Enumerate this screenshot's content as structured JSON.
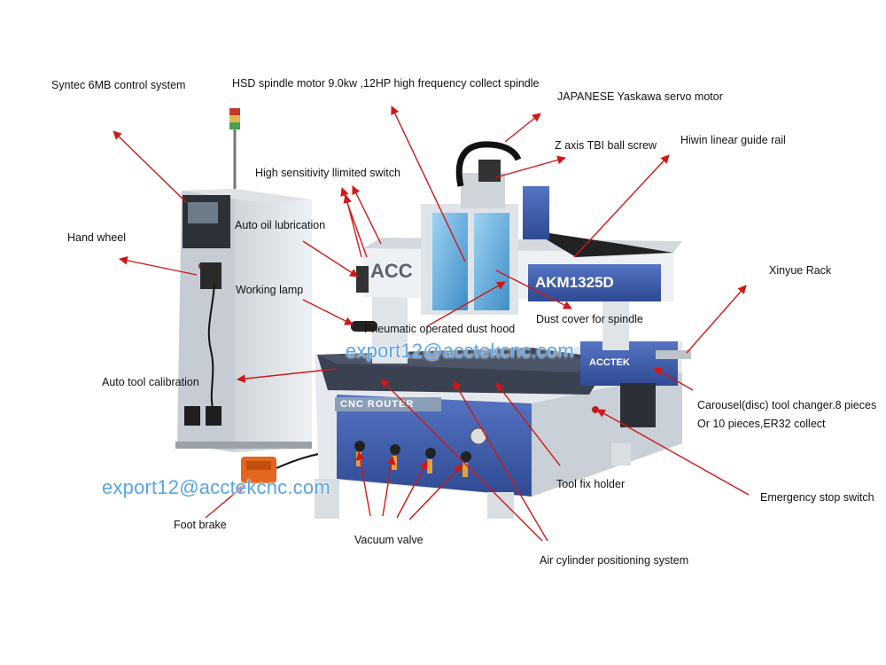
{
  "labels": {
    "syntec": "Syntec 6MB control system",
    "hsd_spindle": "HSD spindle motor 9.0kw ,12HP high frequency collect spindle",
    "yaskawa": "JAPANESE Yaskawa servo motor",
    "z_axis": "Z axis TBI ball screw",
    "hiwin": "Hiwin linear guide rail",
    "limit_switch": "High sensitivity  llimited switch",
    "oil_lube": "Auto oil lubrication",
    "hand_wheel": "Hand wheel",
    "working_lamp": "Working lamp",
    "xinyue_rack": "Xinyue Rack",
    "dust_cover": "Dust cover for spindle",
    "dust_hood": "Pneumatic operated dust hood",
    "tool_calibration": "Auto tool calibration",
    "carousel_line1": "Carousel(disc) tool changer.8 pieces",
    "carousel_line2": "Or  10 pieces,ER32 collect",
    "tool_fix_holder": "Tool  fix holder",
    "emergency_stop": "Emergency stop switch",
    "foot_brake": "Foot brake",
    "vacuum_valve": "Vacuum valve",
    "air_cylinder": "Air cylinder positioning system"
  },
  "machine": {
    "model_plate": "AKM1325D",
    "gantry_brand": "ACC",
    "side_brand": "ACCTEK",
    "table_plate": "CNC  ROUTER"
  },
  "watermarks": {
    "center": "export12@acctekcnc.com",
    "left": "export12@acctekcnc.com"
  },
  "colors": {
    "arrow": "#d01818",
    "machine_blue": "#3f5fae",
    "machine_white": "#e9edf1",
    "watermark": "#5aa4e6"
  }
}
